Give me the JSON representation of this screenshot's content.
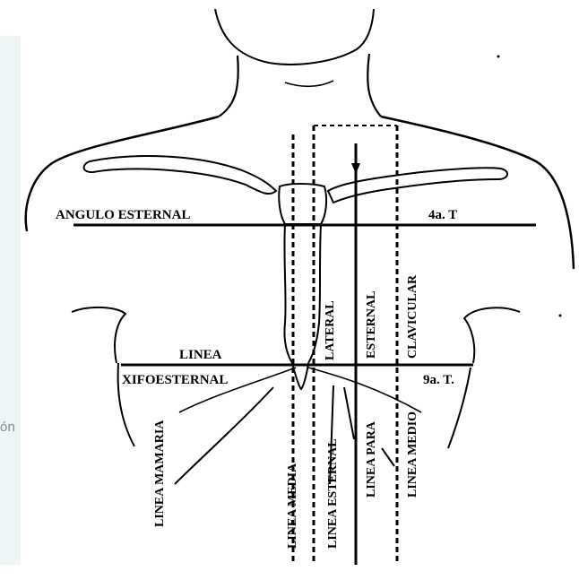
{
  "side_text": "ón",
  "labels": {
    "angulo_esternal": "ANGULO ESTERNAL",
    "fourth_t": "4a. T",
    "linea": "LINEA",
    "xifoesternal": "XIFOESTERNAL",
    "ninth_t": "9a. T.",
    "lateral": "LATERAL",
    "esternal_upper": "ESTERNAL",
    "clavicular": "CLAVICULAR",
    "linea_mamaria": "LINEA MAMARIA",
    "linea_media": "LINEA MEDIA",
    "linea_esternal": "LINEA ESTERNAL",
    "linea_para": "LINEA PARA",
    "linea_medio": "LINEA MEDIO"
  }
}
